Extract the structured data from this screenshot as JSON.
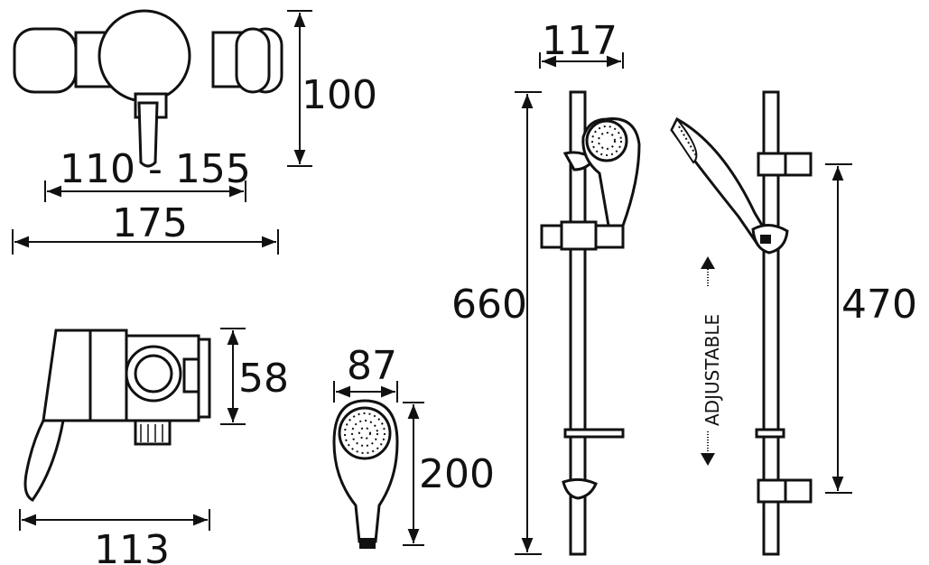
{
  "dimensions": {
    "valve_height": "100",
    "valve_centres": "110 - 155",
    "valve_width": "175",
    "valve_depth": "58",
    "valve_projection": "113",
    "handset_width": "87",
    "handset_length": "200",
    "rail_width": "117",
    "rail_length": "660",
    "rail_adjustable_span": "470",
    "adjustable_label": "ADJUSTABLE"
  }
}
